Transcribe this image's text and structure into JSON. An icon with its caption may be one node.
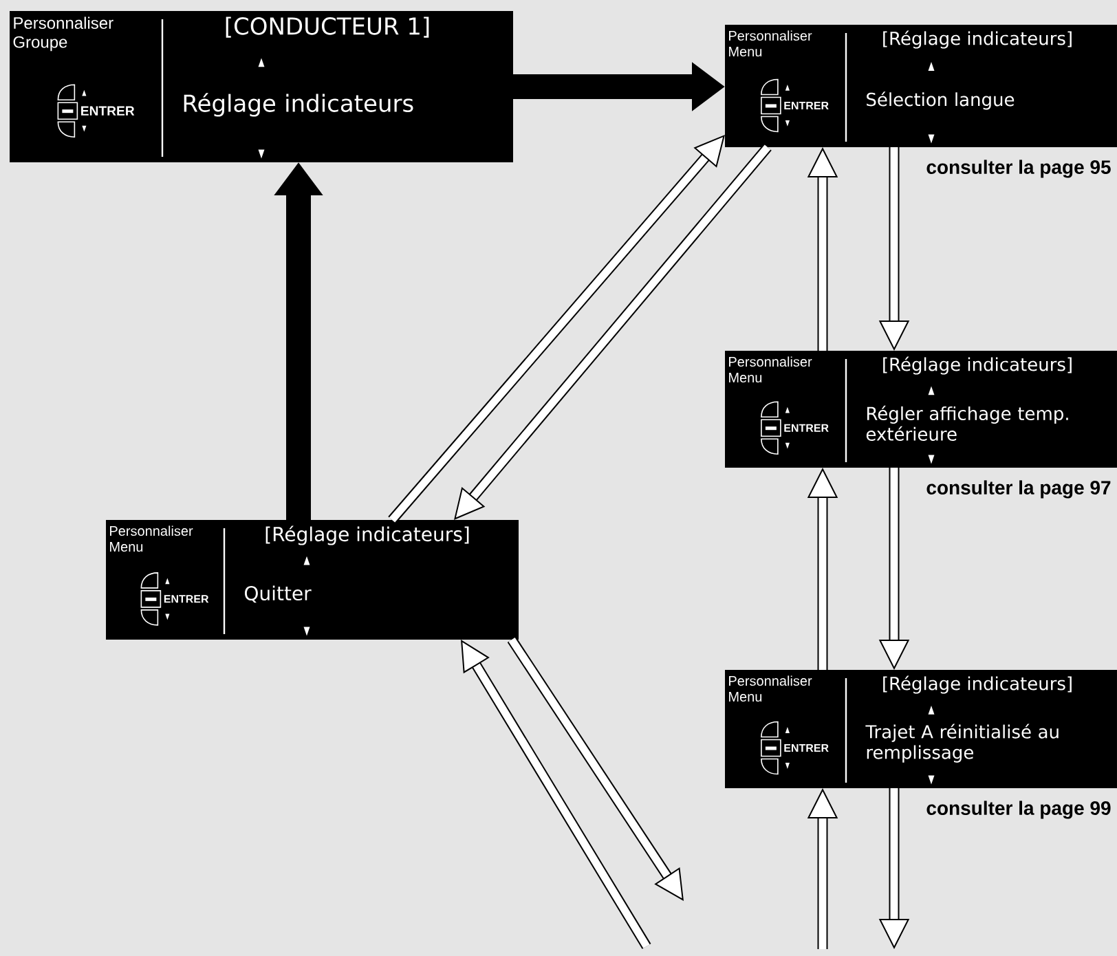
{
  "diagram": {
    "nodes": [
      {
        "text": [
          "Personnaliser Groupe",
          "ENTRER",
          "[CONDUCTEUR 1]",
          "Réglage indicateurs"
        ]
      },
      {
        "text": [
          "Personnaliser Menu",
          "ENTRER",
          "[Réglage indicateurs]",
          "Sélection langue"
        ],
        "beside": [
          "consulter la page 95"
        ]
      },
      {
        "text": [
          "Personnaliser Menu",
          "ENTRER",
          "[Réglage indicateurs]",
          "Régler affichage temp. extérieure"
        ],
        "beside": [
          "consulter la page 97"
        ]
      },
      {
        "text": [
          "Personnaliser Menu",
          "ENTRER",
          "[Réglage indicateurs]",
          "Trajet A réinitialisé au remplissage"
        ],
        "beside": [
          "consulter la page 99"
        ]
      },
      {
        "text": [
          "Personnaliser Menu",
          "ENTRER",
          "[Réglage indicateurs]",
          "Quitter"
        ]
      }
    ],
    "edges": [
      {
        "from": 0,
        "to": 1,
        "arrow": "to",
        "style": "thick"
      },
      {
        "from": 4,
        "to": 0,
        "arrow": "to",
        "style": "thick"
      },
      {
        "from": 4,
        "to": 1,
        "arrow": "to"
      },
      {
        "from": 1,
        "to": 4,
        "arrow": "to"
      },
      {
        "from": 2,
        "to": 1,
        "arrow": "to"
      },
      {
        "from": 1,
        "to": 2,
        "arrow": "to"
      },
      {
        "from": 3,
        "to": 2,
        "arrow": "to"
      },
      {
        "from": 2,
        "to": 3,
        "arrow": "to"
      },
      {
        "from": null,
        "to": 3,
        "arrow": "to"
      },
      {
        "from": 3,
        "to": null,
        "arrow": "to"
      },
      {
        "from": null,
        "to": 4,
        "arrow": "to"
      },
      {
        "from": 4,
        "to": null,
        "arrow": "to"
      }
    ]
  }
}
